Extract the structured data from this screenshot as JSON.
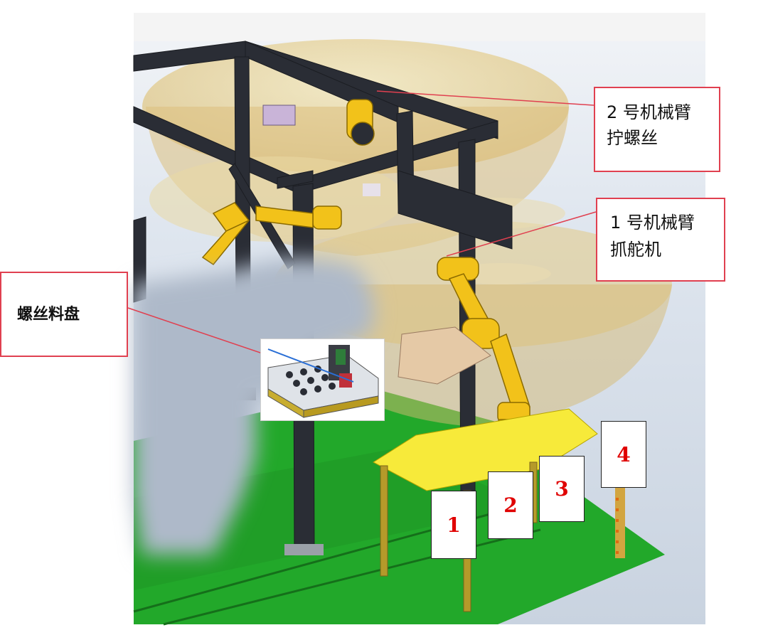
{
  "callouts": {
    "arm2": {
      "line1": "2 号机械臂",
      "line2": "拧螺丝"
    },
    "arm1": {
      "line1": "1 号机械臂",
      "line2": "抓舵机"
    },
    "tray": {
      "line1": "螺丝料盘"
    }
  },
  "station_tags": [
    "1",
    "2",
    "3",
    "4"
  ],
  "colors": {
    "frame": "#2a2d35",
    "envelope": "#e9d49a",
    "arm": "#f2c21a",
    "floor": "#22a82a",
    "table": "#f7ea3a",
    "callout_border": "#e04050",
    "tag_text": "#e00000",
    "backdrop": "#d9e2ee"
  }
}
